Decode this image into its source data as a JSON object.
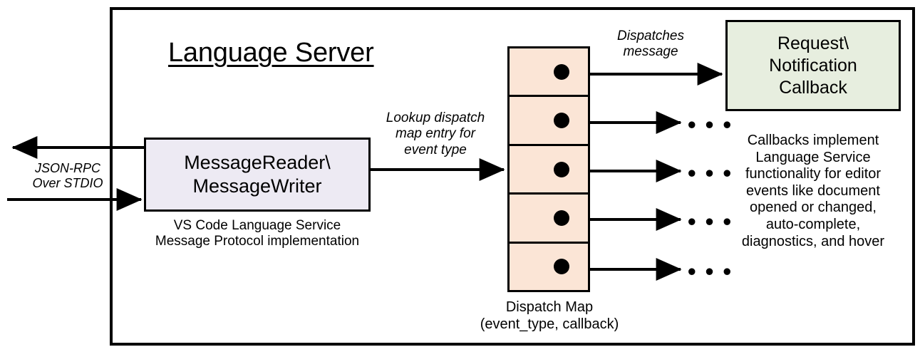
{
  "diagram": {
    "title": "Language Server",
    "outer_container": "Language Server boundary"
  },
  "reader": {
    "line1": "MessageReader\\",
    "line2": "MessageWriter",
    "caption_line1": "VS Code Language Service",
    "caption_line2": "Message Protocol implementation",
    "fill_color": "#EDEAF3"
  },
  "transport": {
    "label_line1": "JSON-RPC",
    "label_line2": "Over STDIO"
  },
  "lookup": {
    "label_line1": "Lookup dispatch",
    "label_line2": "map entry for",
    "label_line3": "event type"
  },
  "dispatch": {
    "label_line1": "Dispatches",
    "label_line2": "message",
    "caption_line1": "Dispatch Map",
    "caption_line2": "(event_type, callback)",
    "fill_color": "#FBE5D6",
    "rows": [
      {
        "id": "row-1"
      },
      {
        "id": "row-2"
      },
      {
        "id": "row-3"
      },
      {
        "id": "row-4"
      },
      {
        "id": "row-5"
      }
    ],
    "ellipsis": "• • •"
  },
  "callback": {
    "line1": "Request\\",
    "line2": "Notification",
    "line3": "Callback",
    "fill_color": "#E7EEDF",
    "caption_line1": "Callbacks implement",
    "caption_line2": "Language Service",
    "caption_line3": "functionality for editor",
    "caption_line4": "events like document",
    "caption_line5": "opened or changed,",
    "caption_line6": "auto-complete,",
    "caption_line7": "diagnostics, and hover"
  }
}
